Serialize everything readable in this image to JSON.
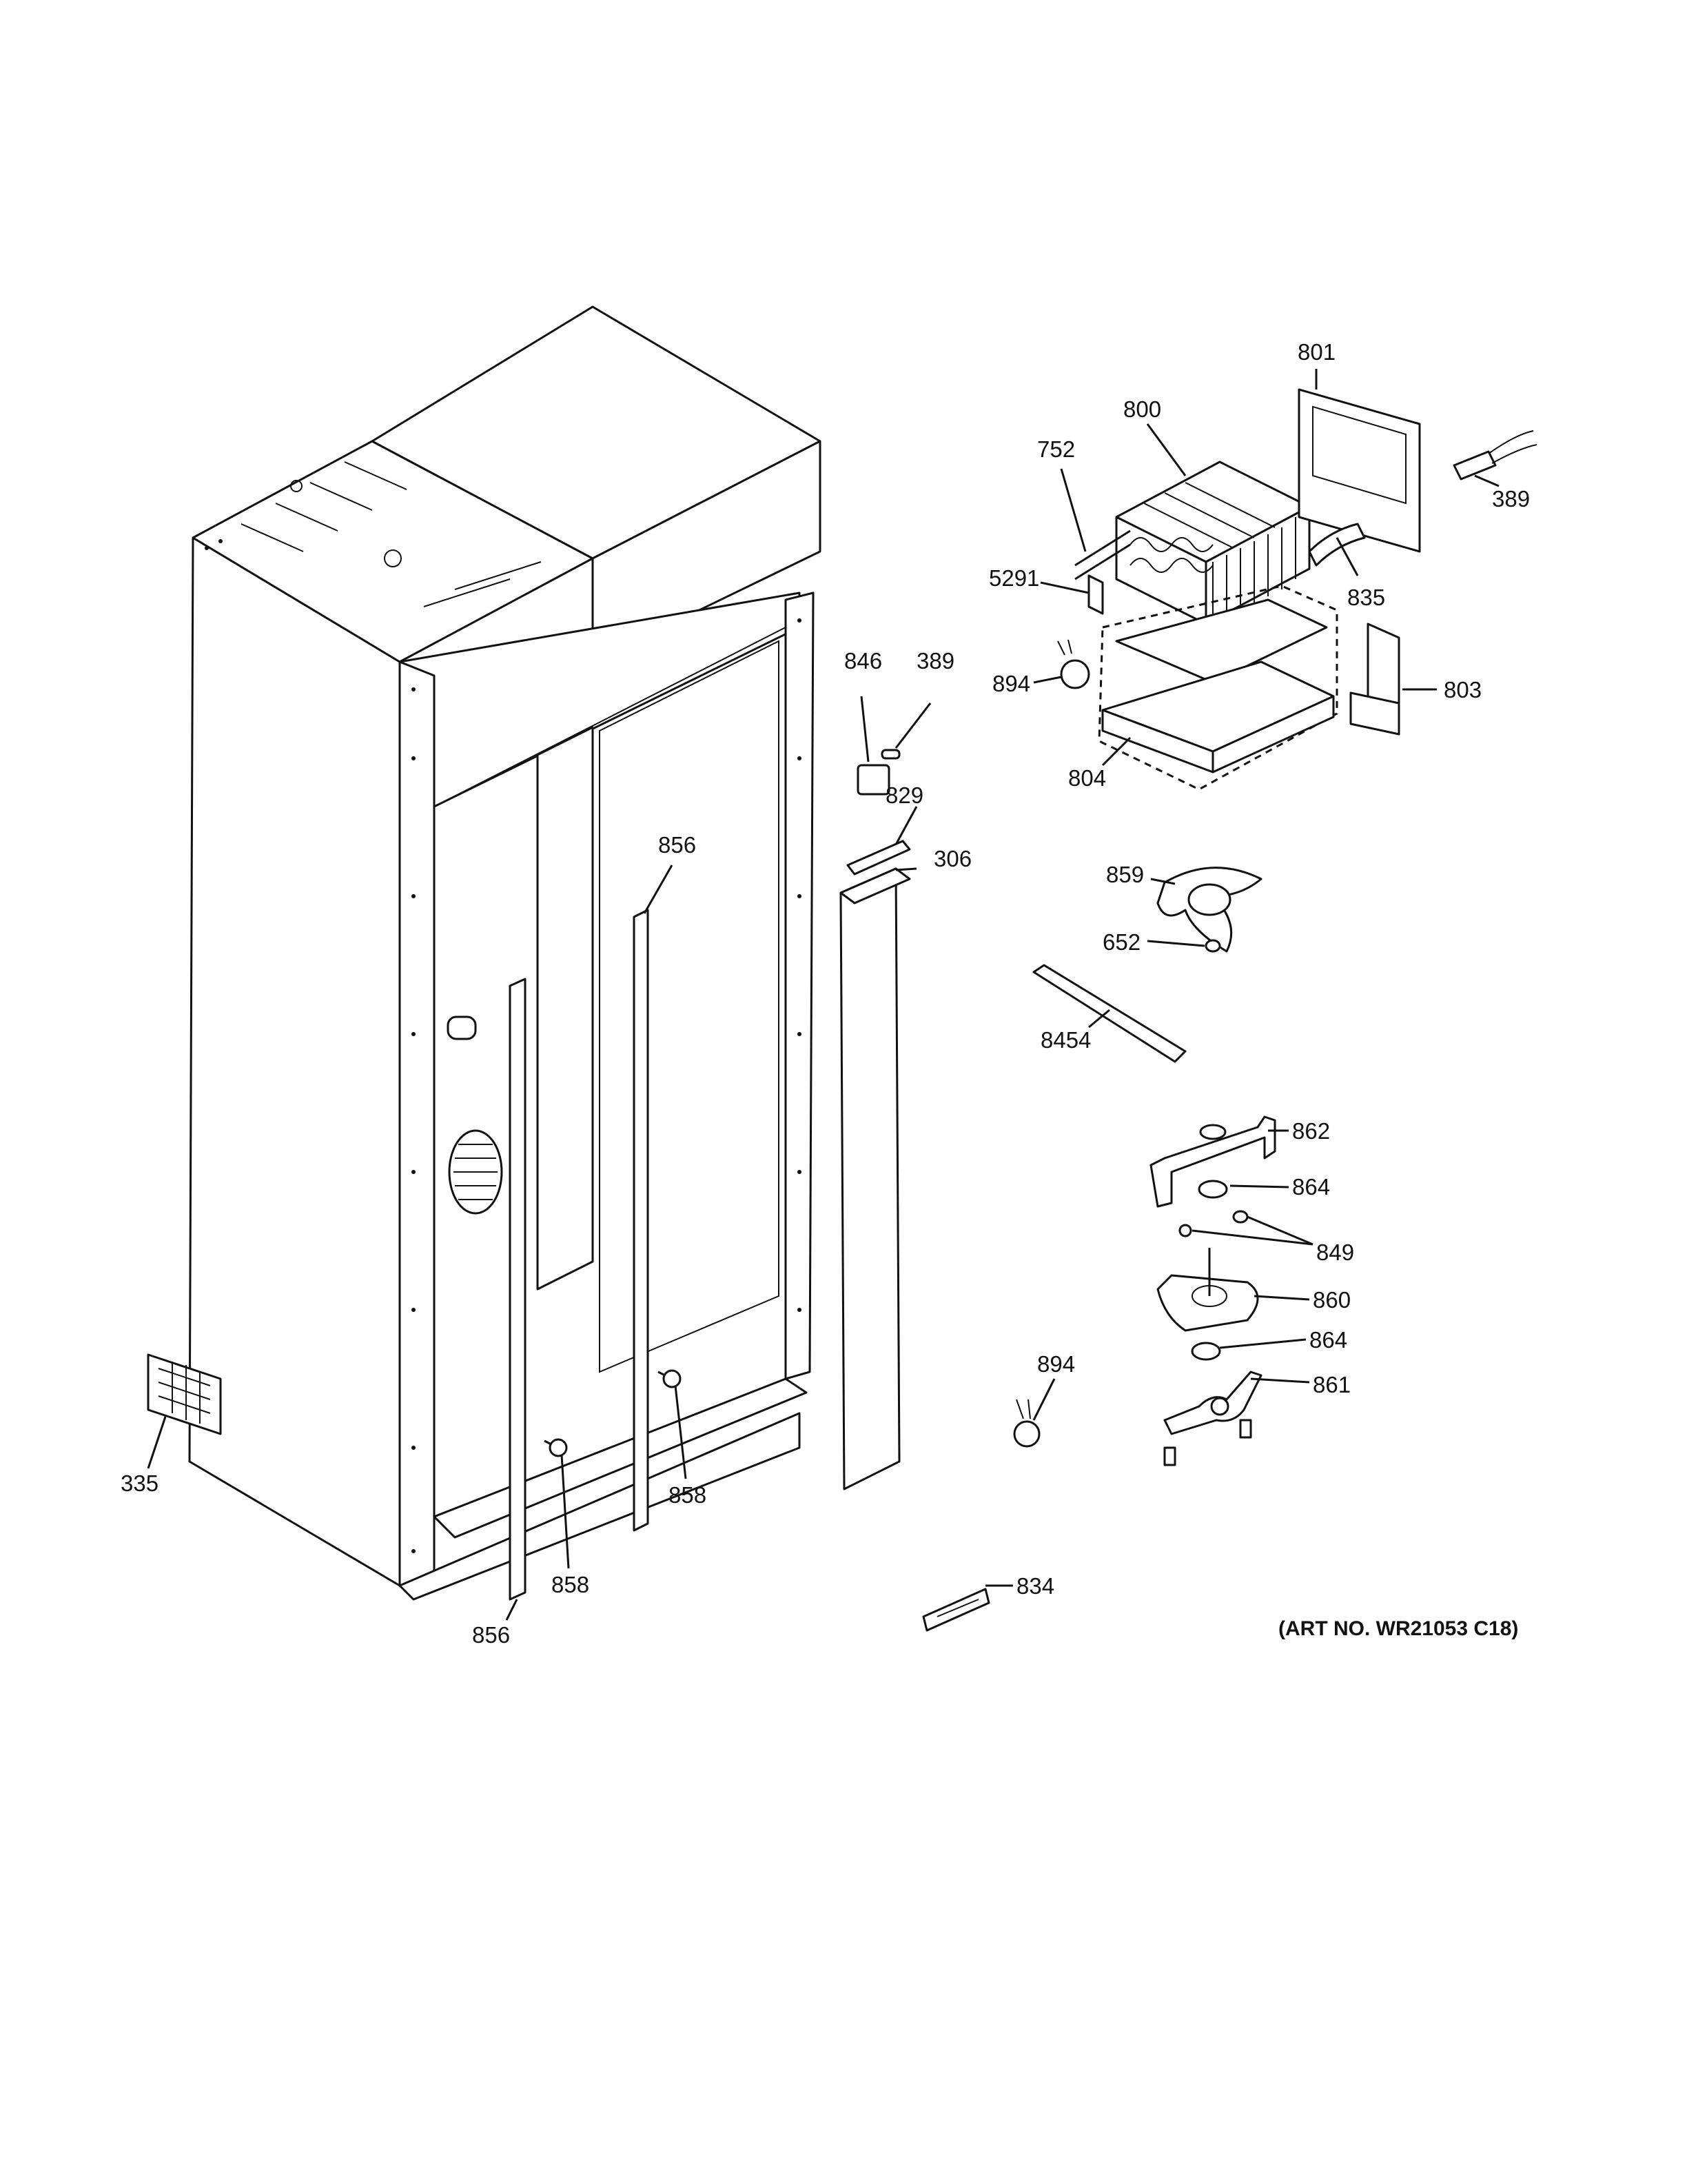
{
  "callouts": {
    "c801": "801",
    "c800": "800",
    "c752": "752",
    "c389a": "389",
    "c5291": "5291",
    "c835": "835",
    "c894a": "894",
    "c846": "846",
    "c389b": "389",
    "c803": "803",
    "c804": "804",
    "c829": "829",
    "c856a": "856",
    "c306": "306",
    "c859": "859",
    "c652": "652",
    "c8454": "8454",
    "c862": "862",
    "c864a": "864",
    "c849": "849",
    "c860": "860",
    "c864b": "864",
    "c894b": "894",
    "c861": "861",
    "c335": "335",
    "c858a": "858",
    "c858b": "858",
    "c856b": "856",
    "c834": "834"
  },
  "art_number": "(ART NO. WR21053 C18)"
}
